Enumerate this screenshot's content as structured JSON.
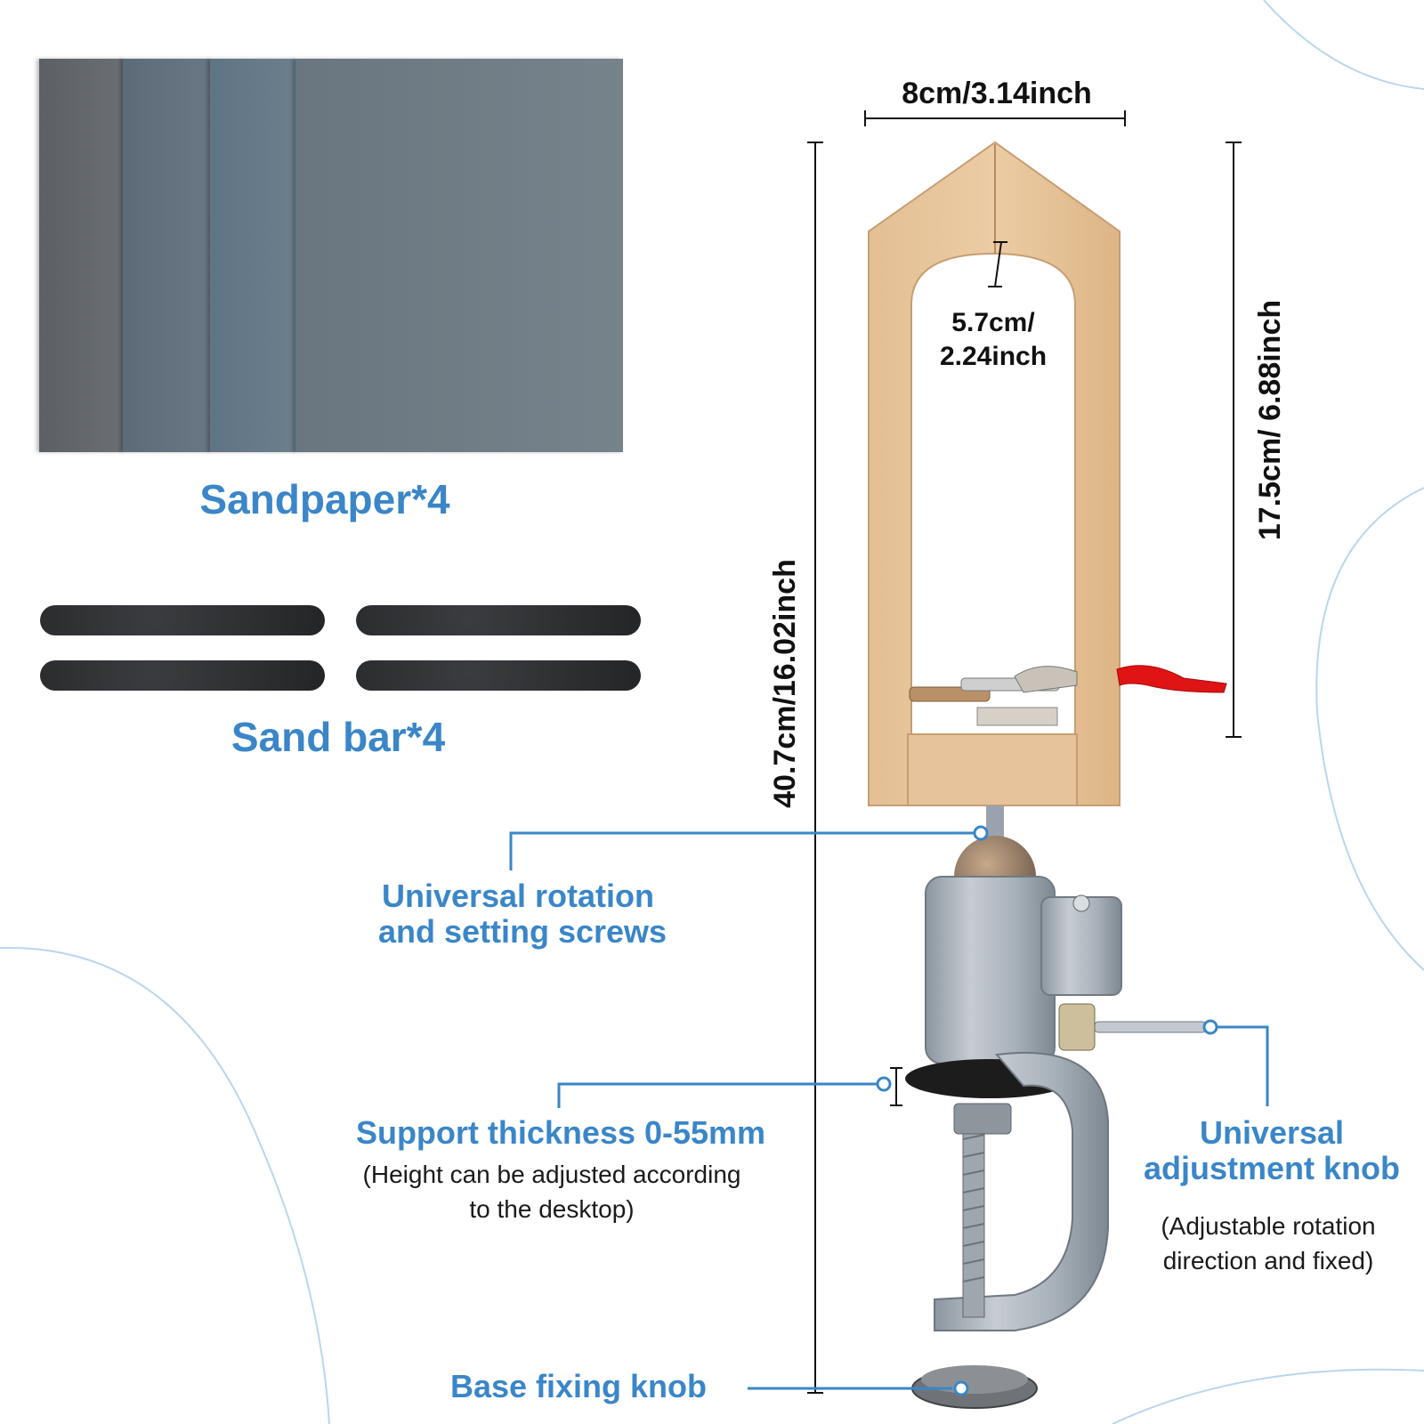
{
  "left_panel": {
    "sandpaper_label": "Sandpaper*4",
    "sandbar_label": "Sand bar*4"
  },
  "dimensions": {
    "frame_width": "8cm/3.14inch",
    "arch_width_line1": "5.7cm/",
    "arch_width_line2": "2.24inch",
    "frame_height": "17.5cm/ 6.88inch",
    "total_height": "40.7cm/16.02inch"
  },
  "callouts": {
    "rotation": {
      "line1": "Universal rotation",
      "line2": "and setting screws"
    },
    "support": {
      "title": "Support thickness 0-55mm",
      "note_line1": "(Height can be adjusted according",
      "note_line2": "to the desktop)"
    },
    "adjustment": {
      "line1": "Universal",
      "line2": "adjustment knob",
      "note_line1": "(Adjustable rotation",
      "note_line2": "direction and fixed)"
    },
    "base": {
      "title": "Base fixing knob"
    }
  },
  "colors": {
    "accent_blue": "#3a86c8",
    "wood": "#e8c79e",
    "metal": "#9aa3ad"
  }
}
